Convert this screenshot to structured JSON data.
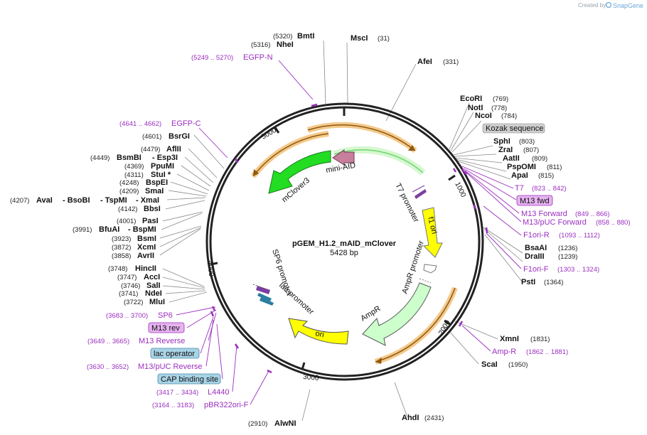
{
  "branding": {
    "created_by": "Created by",
    "product": "SnapGene"
  },
  "plasmid": {
    "name": "pGEM_H1.2_mAID_mClover",
    "length": "5428 bp"
  },
  "ticks": {
    "t1000": "1000",
    "t2000": "2000",
    "t3000": "3000",
    "t4000": "4000",
    "t5000": "5000"
  },
  "enzymes": {
    "bmti": {
      "name": "BmtI",
      "pos": "(5320)"
    },
    "nhei": {
      "name": "NheI",
      "pos": "(5316)"
    },
    "msci": {
      "name": "MscI",
      "pos": "(31)"
    },
    "afei": {
      "name": "AfeI",
      "pos": "(331)"
    },
    "ecori": {
      "name": "EcoRI",
      "pos": "(769)"
    },
    "noti": {
      "name": "NotI",
      "pos": "(778)"
    },
    "ncoi": {
      "name": "NcoI",
      "pos": "(784)"
    },
    "sphi": {
      "name": "SphI",
      "pos": "(803)"
    },
    "zrai": {
      "name": "ZraI",
      "pos": "(807)"
    },
    "aatii": {
      "name": "AatII",
      "pos": "(809)"
    },
    "pspomi": {
      "name": "PspOMI",
      "pos": "(811)"
    },
    "apai": {
      "name": "ApaI",
      "pos": "(815)"
    },
    "bsaai": {
      "name": "BsaAI",
      "pos": "(1236)"
    },
    "draiii": {
      "name": "DraIII",
      "pos": "(1239)"
    },
    "psti": {
      "name": "PstI",
      "pos": "(1364)"
    },
    "xmni": {
      "name": "XmnI",
      "pos": "(1831)"
    },
    "scai": {
      "name": "ScaI",
      "pos": "(1950)"
    },
    "ahdi": {
      "name": "AhdI",
      "pos": "(2431)"
    },
    "alwni": {
      "name": "AlwNI",
      "pos": "(2910)"
    },
    "bsrgi": {
      "name": "BsrGI",
      "pos": "(4601)"
    },
    "aflii": {
      "name": "AflII",
      "pos": "(4479)"
    },
    "bsmbi": {
      "name": "BsmBI",
      "pos": "(4449)"
    },
    "esp3i": {
      "name": "- Esp3I"
    },
    "ppumi": {
      "name": "PpuMI",
      "pos": "(4369)"
    },
    "stui": {
      "name": "StuI *",
      "pos": "(4311)"
    },
    "bspei": {
      "name": "BspEI",
      "pos": "(4248)"
    },
    "smai": {
      "name": "SmaI",
      "pos": "(4209)"
    },
    "avai": {
      "name": "AvaI",
      "pos": "(4207)"
    },
    "bsobi": {
      "name": "- BsoBI"
    },
    "tspmi": {
      "name": "- TspMI"
    },
    "xmai": {
      "name": "- XmaI"
    },
    "bbsi": {
      "name": "BbsI",
      "pos": "(4142)"
    },
    "pasi": {
      "name": "PasI",
      "pos": "(4001)"
    },
    "bfuai": {
      "name": "BfuAI",
      "pos": "(3991)"
    },
    "bspmi": {
      "name": "- BspMI"
    },
    "bsmi": {
      "name": "BsmI",
      "pos": "(3923)"
    },
    "xcmi": {
      "name": "XcmI",
      "pos": "(3872)"
    },
    "avrii": {
      "name": "AvrII",
      "pos": "(3858)"
    },
    "hincii": {
      "name": "HincII",
      "pos": "(3748)"
    },
    "acci": {
      "name": "AccI",
      "pos": "(3747)"
    },
    "sali": {
      "name": "SalI",
      "pos": "(3746)"
    },
    "ndei": {
      "name": "NdeI",
      "pos": "(3741)"
    },
    "mlui": {
      "name": "MluI",
      "pos": "(3722)"
    }
  },
  "primers": {
    "egfpn": {
      "name": "EGFP-N",
      "pos": "(5249 .. 5270)"
    },
    "egfpc": {
      "name": "EGFP-C",
      "pos": "(4641 .. 4662)"
    },
    "t7": {
      "name": "T7",
      "pos": "(823 .. 842)"
    },
    "m13fwd": {
      "name": "M13 fwd"
    },
    "m13forward": {
      "name": "M13 Forward",
      "pos": "(849 .. 866)"
    },
    "m13pucfwd": {
      "name": "M13/pUC Forward",
      "pos": "(858 .. 880)"
    },
    "f1orir": {
      "name": "F1ori-R",
      "pos": "(1093 .. 1112)"
    },
    "f1orif": {
      "name": "F1ori-F",
      "pos": "(1303 .. 1324)"
    },
    "ampr": {
      "name": "Amp-R",
      "pos": "(1862 .. 1881)"
    },
    "sp6": {
      "name": "SP6",
      "pos": "(3683 .. 3700)"
    },
    "m13rev": {
      "name": "M13 rev"
    },
    "m13reverse": {
      "name": "M13 Reverse",
      "pos": "(3649 .. 3665)"
    },
    "lacop": {
      "name": "lac operator"
    },
    "m13pucrev": {
      "name": "M13/pUC Reverse",
      "pos": "(3630 .. 3652)"
    },
    "cap": {
      "name": "CAP binding site"
    },
    "l4440": {
      "name": "L4440",
      "pos": "(3417 .. 3434)"
    },
    "pbr322": {
      "name": "pBR322ori-F",
      "pos": "(3164 .. 3183)"
    },
    "kozak": {
      "name": "Kozak sequence"
    }
  },
  "features": {
    "miniaid": "mini-AID",
    "mclover3": "mClover3",
    "t7promoter": "T7 promoter",
    "f1ori": "f1 ori",
    "amprpromoter": "AmpR promoter",
    "ampr": "AmpR",
    "ori": "ori",
    "sp6promoter": "SP6 promoter",
    "lacpromoter": "lac promoter"
  },
  "colors": {
    "backbone": "#222222",
    "enzyme_line": "#888888",
    "primer": "#9b2fbf",
    "mclover": "#22dd22",
    "miniaid": "#c77f9b",
    "f1ori": "#ffff00",
    "ori": "#ffff00",
    "ampr": "#ccffcc",
    "orange_arc": "#e8a33c",
    "kozak_fill": "#cfcfcf",
    "m13fwd_fill": "#e6b3f0",
    "lacop_fill": "#a9d3e6",
    "cap_fill": "#a9d3e6"
  }
}
